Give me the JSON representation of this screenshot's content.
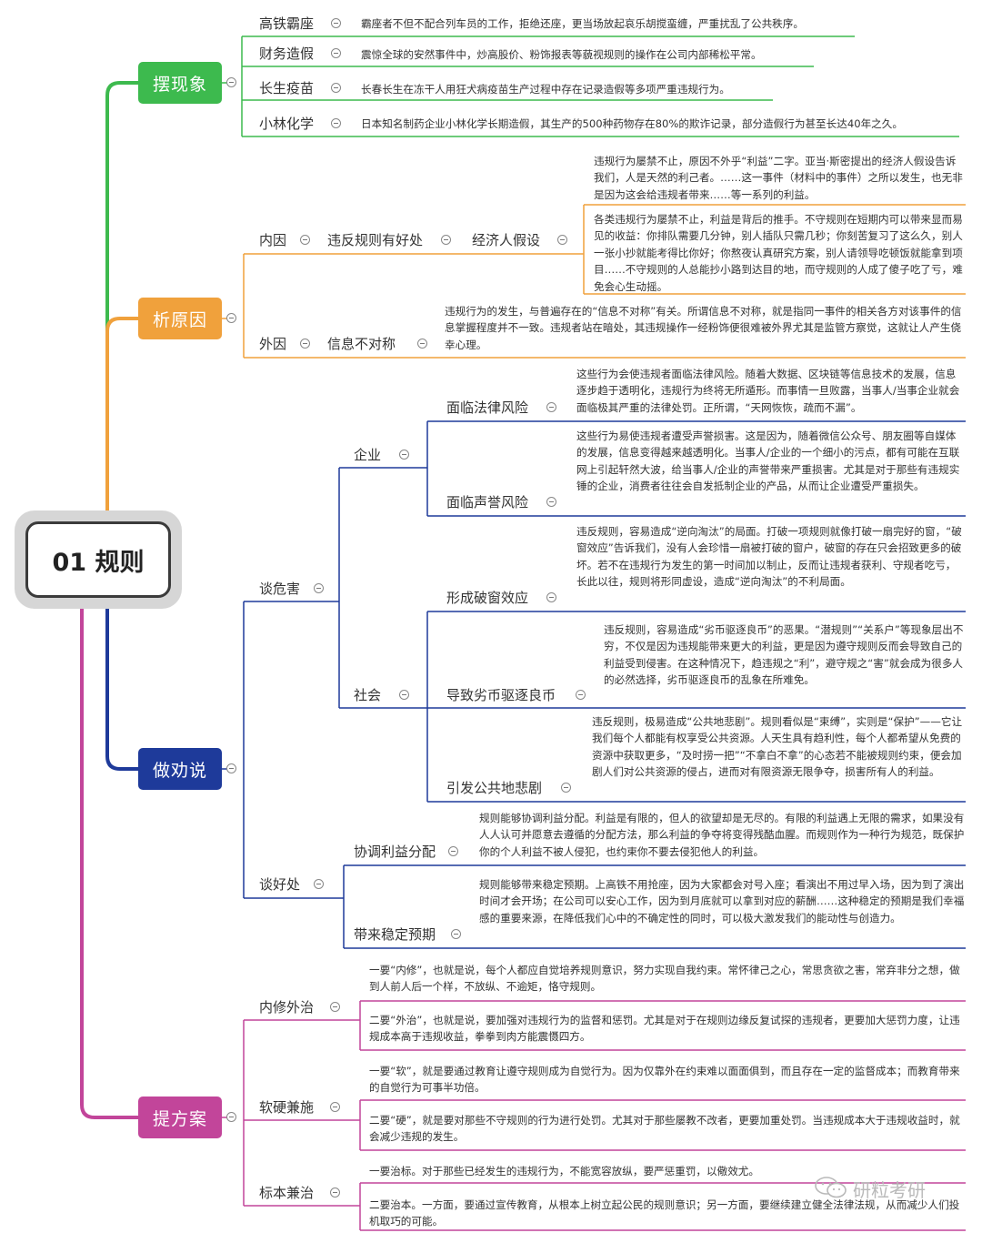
{
  "root": {
    "title": "01 规则"
  },
  "colors": {
    "green": "#3dba4e",
    "orange": "#f0a13c",
    "navy": "#1e3a9a",
    "magenta": "#c2459a",
    "root_border": "#3b3b3b"
  },
  "branches": {
    "b1": {
      "label": "摆现象",
      "items": [
        {
          "label": "高铁霸座",
          "text": "霸座者不但不配合列车员的工作，拒绝还座，更当场放起哀乐胡搅蛮缠，严重扰乱了公共秩序。"
        },
        {
          "label": "财务造假",
          "text": "震惊全球的安然事件中，炒高股价、粉饰报表等藐视规则的操作在公司内部稀松平常。"
        },
        {
          "label": "长生疫苗",
          "text": "长春长生在冻干人用狂犬病疫苗生产过程中存在记录造假等多项严重违规行为。"
        },
        {
          "label": "小林化学",
          "text": "日本知名制药企业小林化学长期造假，其生产的500种药物存在80%的欺诈记录，部分造假行为甚至长达40年之久。"
        }
      ]
    },
    "b2": {
      "label": "析原因",
      "nei": {
        "label": "内因",
        "sub": "违反规则有好处",
        "sub2": "经济人假设",
        "t1": "违规行为屡禁不止，原因不外乎“利益”二字。亚当·斯密提出的经济人假设告诉我们，人是天然的利己者。……这一事件（材料中的事件）之所以发生，也无非是因为这会给违规者带来……等一系列的利益。",
        "t2": "各类违规行为屡禁不止，利益是背后的推手。不守规则在短期内可以带来显而易见的收益：你排队需要几分钟，别人插队只需几秒；你刻苦复习了这么久，别人一张小抄就能考得比你好；你熬夜认真研究方案，别人请领导吃顿饭就能拿到项目……不守规则的人总能抄小路到达目的地，而守规则的人成了傻子吃了亏，难免会心生动摇。"
      },
      "wai": {
        "label": "外因",
        "sub": "信息不对称",
        "t": "违规行为的发生，与普遍存在的“信息不对称”有关。所谓信息不对称，就是指同一事件的相关各方对该事件的信息掌握程度并不一致。违规者站在暗处，其违规操作一经粉饰便很难被外界尤其是监管方察觉，这就让人产生侥幸心理。"
      }
    },
    "b3": {
      "label": "做劝说",
      "harm": {
        "label": "谈危害",
        "qiye": {
          "label": "企业",
          "falv": {
            "label": "面临法律风险",
            "t": "这些行为会使违规者面临法律风险。随着大数据、区块链等信息技术的发展，信息逐步趋于透明化，违规行为终将无所遁形。而事情一旦败露，当事人/当事企业就会面临极其严重的法律处罚。正所谓，“天网恢恢，疏而不漏”。"
          },
          "shengyu": {
            "label": "面临声誉风险",
            "t": "这些行为易使违规者遭受声誉损害。这是因为，随着微信公众号、朋友圈等自媒体的发展，信息变得越来越透明化。当事人/企业的一个细小的污点，都有可能在互联网上引起轩然大波，给当事人/企业的声誉带来严重损害。尤其是对于那些有违规实锤的企业，消费者往往会自发抵制企业的产品，从而让企业遭受严重损失。"
          }
        },
        "shehui": {
          "label": "社会",
          "pochuang": {
            "label": "形成破窗效应",
            "t": "违反规则，容易造成“逆向淘汰”的局面。打破一项规则就像打破一扇完好的窗，“破窗效应”告诉我们，没有人会珍惜一扇被打破的窗户，破窗的存在只会招致更多的破坏。若不在违规行为发生的第一时间加以制止，反而让违规者获利、守规者吃亏，长此以往，规则将形同虚设，造成“逆向淘汰”的不利局面。"
          },
          "liebi": {
            "label": "导致劣币驱逐良币",
            "t": "违反规则，容易造成“劣币驱逐良币”的恶果。“潜规则”“关系户”等现象层出不穷，不仅是因为违规能带来更大的利益，更是因为遵守规则反而会导致自己的利益受到侵害。在这种情况下，趋违规之“利”，避守规之“害”就会成为很多人的必然选择，劣币驱逐良币的乱象在所难免。"
          },
          "gonggong": {
            "label": "引发公共地悲剧",
            "t": "违反规则，极易造成“公共地悲剧”。规则看似是“束缚”，实则是“保护”——它让我们每个人都能有权享受公共资源。人天生具有趋利性，每个人都希望从免费的资源中获取更多，“及时捞一把”“不拿白不拿”的心态若不能被规则约束，便会加剧人们对公共资源的侵占，进而对有限资源无限争夺，损害所有人的利益。"
          }
        }
      },
      "good": {
        "label": "谈好处",
        "xietiao": {
          "label": "协调利益分配",
          "t": "规则能够协调利益分配。利益是有限的，但人的欲望却是无尽的。有限的利益遇上无限的需求，如果没有人人认可并愿意去遵循的分配方法，那么利益的争夺将变得残酷血腥。而规则作为一种行为规范，既保护你的个人利益不被人侵犯，也约束你不要去侵犯他人的利益。"
        },
        "wending": {
          "label": "带来稳定预期",
          "t": "规则能够带来稳定预期。上高铁不用抢座，因为大家都会对号入座；看演出不用过早入场，因为到了演出时间才会开场；在公司可以安心工作，因为到月底就可以拿到对应的薪酬……这种稳定的预期是我们幸福感的重要来源，在降低我们心中的不确定性的同时，可以极大激发我们的能动性与创造力。"
        }
      }
    },
    "b4": {
      "label": "提方案",
      "neixiu": {
        "label": "内修外治",
        "t1": "一要“内修”，也就是说，每个人都应自觉培养规则意识，努力实现自我约束。常怀律己之心，常思贪欲之害，常弃非分之想，做到人前人后一个样，不放纵、不逾矩，恪守规则。",
        "t2": "二要“外治”，也就是说，要加强对违规行为的监督和惩罚。尤其是对于在规则边缘反复试探的违规者，更要加大惩罚力度，让违规成本高于违规收益，拳拳到肉方能震慑四方。"
      },
      "ruanying": {
        "label": "软硬兼施",
        "t1": "一要“软”，就是要通过教育让遵守规则成为自觉行为。因为仅靠外在约束难以面面俱到，而且存在一定的监督成本；而教育带来的自觉行为可事半功倍。",
        "t2": "二要“硬”，就是要对那些不守规则的行为进行处罚。尤其对于那些屡教不改者，更要加重处罚。当违规成本大于违规收益时，就会减少违规的发生。"
      },
      "biaoben": {
        "label": "标本兼治",
        "t1": "一要治标。对于那些已经发生的违规行为，不能宽容放纵，要严惩重罚，以儆效尤。",
        "t2": "二要治本。一方面，要通过宣传教育，从根本上树立起公民的规则意识；另一方面，要继续建立健全法律法规，从而减少人们投机取巧的可能。"
      }
    }
  },
  "watermark": {
    "text": "研粒考研",
    "icon": "wechat-icon"
  }
}
